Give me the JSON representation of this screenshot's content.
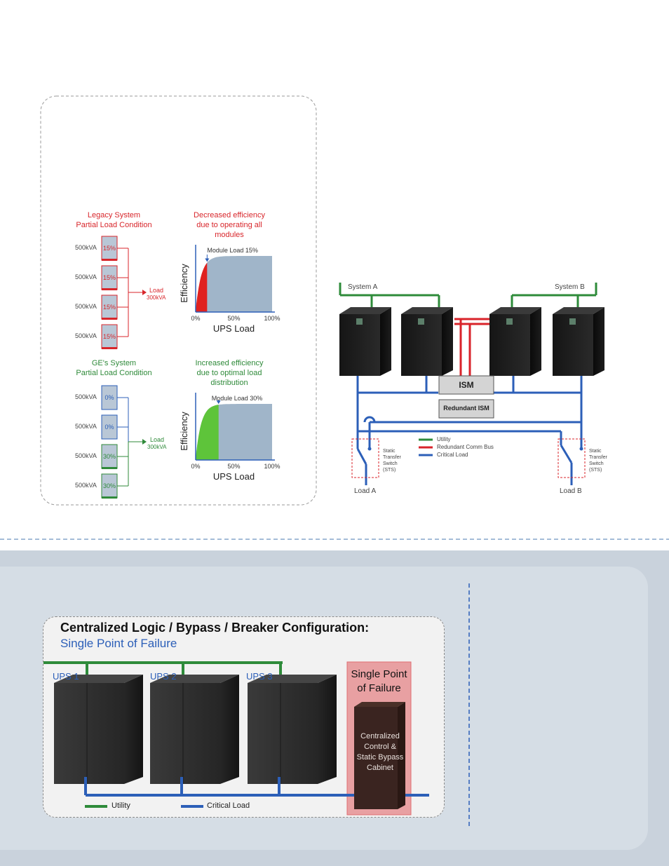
{
  "left_panel": {
    "legacy": {
      "title_line1": "Legacy System",
      "title_line2": "Partial Load Condition",
      "modules": [
        {
          "rating": "500kVA",
          "load": "15%"
        },
        {
          "rating": "500kVA",
          "load": "15%"
        },
        {
          "rating": "500kVA",
          "load": "15%"
        },
        {
          "rating": "500kVA",
          "load": "15%"
        }
      ],
      "load_line1": "Load",
      "load_line2": "300kVA",
      "chart_caption_line1": "Decreased efficiency",
      "chart_caption_line2": "due to operating all",
      "chart_caption_line3": "modules",
      "chart_annotation": "Module Load 15%"
    },
    "ge": {
      "title_line1": "GE's System",
      "title_line2": "Partial Load Condition",
      "modules": [
        {
          "rating": "500kVA",
          "load": "0%"
        },
        {
          "rating": "500kVA",
          "load": "0%"
        },
        {
          "rating": "500kVA",
          "load": "30%"
        },
        {
          "rating": "500kVA",
          "load": "30%"
        }
      ],
      "load_line1": "Load",
      "load_line2": "300kVA",
      "chart_caption_line1": "Increased efficiency",
      "chart_caption_line2": "due to optimal load",
      "chart_caption_line3": "distribution",
      "chart_annotation": "Module Load 30%"
    }
  },
  "chart_data": [
    {
      "type": "area",
      "ylabel": "Efficiency",
      "xlabel": "UPS Load",
      "x_ticks": [
        "0%",
        "50%",
        "100%"
      ],
      "xlim": [
        0,
        100
      ],
      "operating_point_percent": 15,
      "annotation": "Module Load 15%",
      "fill_color": "#e0211f",
      "curve_color": "#8fa8c0"
    },
    {
      "type": "area",
      "ylabel": "Efficiency",
      "xlabel": "UPS Load",
      "x_ticks": [
        "0%",
        "50%",
        "100%"
      ],
      "xlim": [
        0,
        100
      ],
      "operating_point_percent": 30,
      "annotation": "Module Load 30%",
      "fill_color": "#5ec43a",
      "curve_color": "#8fa8c0"
    }
  ],
  "right_diagram": {
    "system_a": "System A",
    "system_b": "System B",
    "ism": "ISM",
    "redundant_ism": "Redundant ISM",
    "legend": {
      "utility": "Utility",
      "comm_bus": "Redundant Comm Bus",
      "critical_load": "Critical Load"
    },
    "sts_line1": "Static",
    "sts_line2": "Transfer",
    "sts_line3": "Switch",
    "sts_line4": "(STS)",
    "load_a": "Load A",
    "load_b": "Load B",
    "colors": {
      "utility": "#2e8b3a",
      "comm": "#d9232a",
      "critical": "#2c5fb8"
    }
  },
  "bottom": {
    "title": "Centralized Logic / Bypass / Breaker Configuration:",
    "subtitle": "Single Point of Failure",
    "ups_labels": [
      "UPS 1",
      "UPS 2",
      "UPS 3"
    ],
    "spof_line1": "Single Point",
    "spof_line2": "of Failure",
    "cabinet_line1": "Centralized",
    "cabinet_line2": "Control &",
    "cabinet_line3": "Static Bypass",
    "cabinet_line4": "Cabinet",
    "legend_utility": "Utility",
    "legend_critical": "Critical Load"
  }
}
